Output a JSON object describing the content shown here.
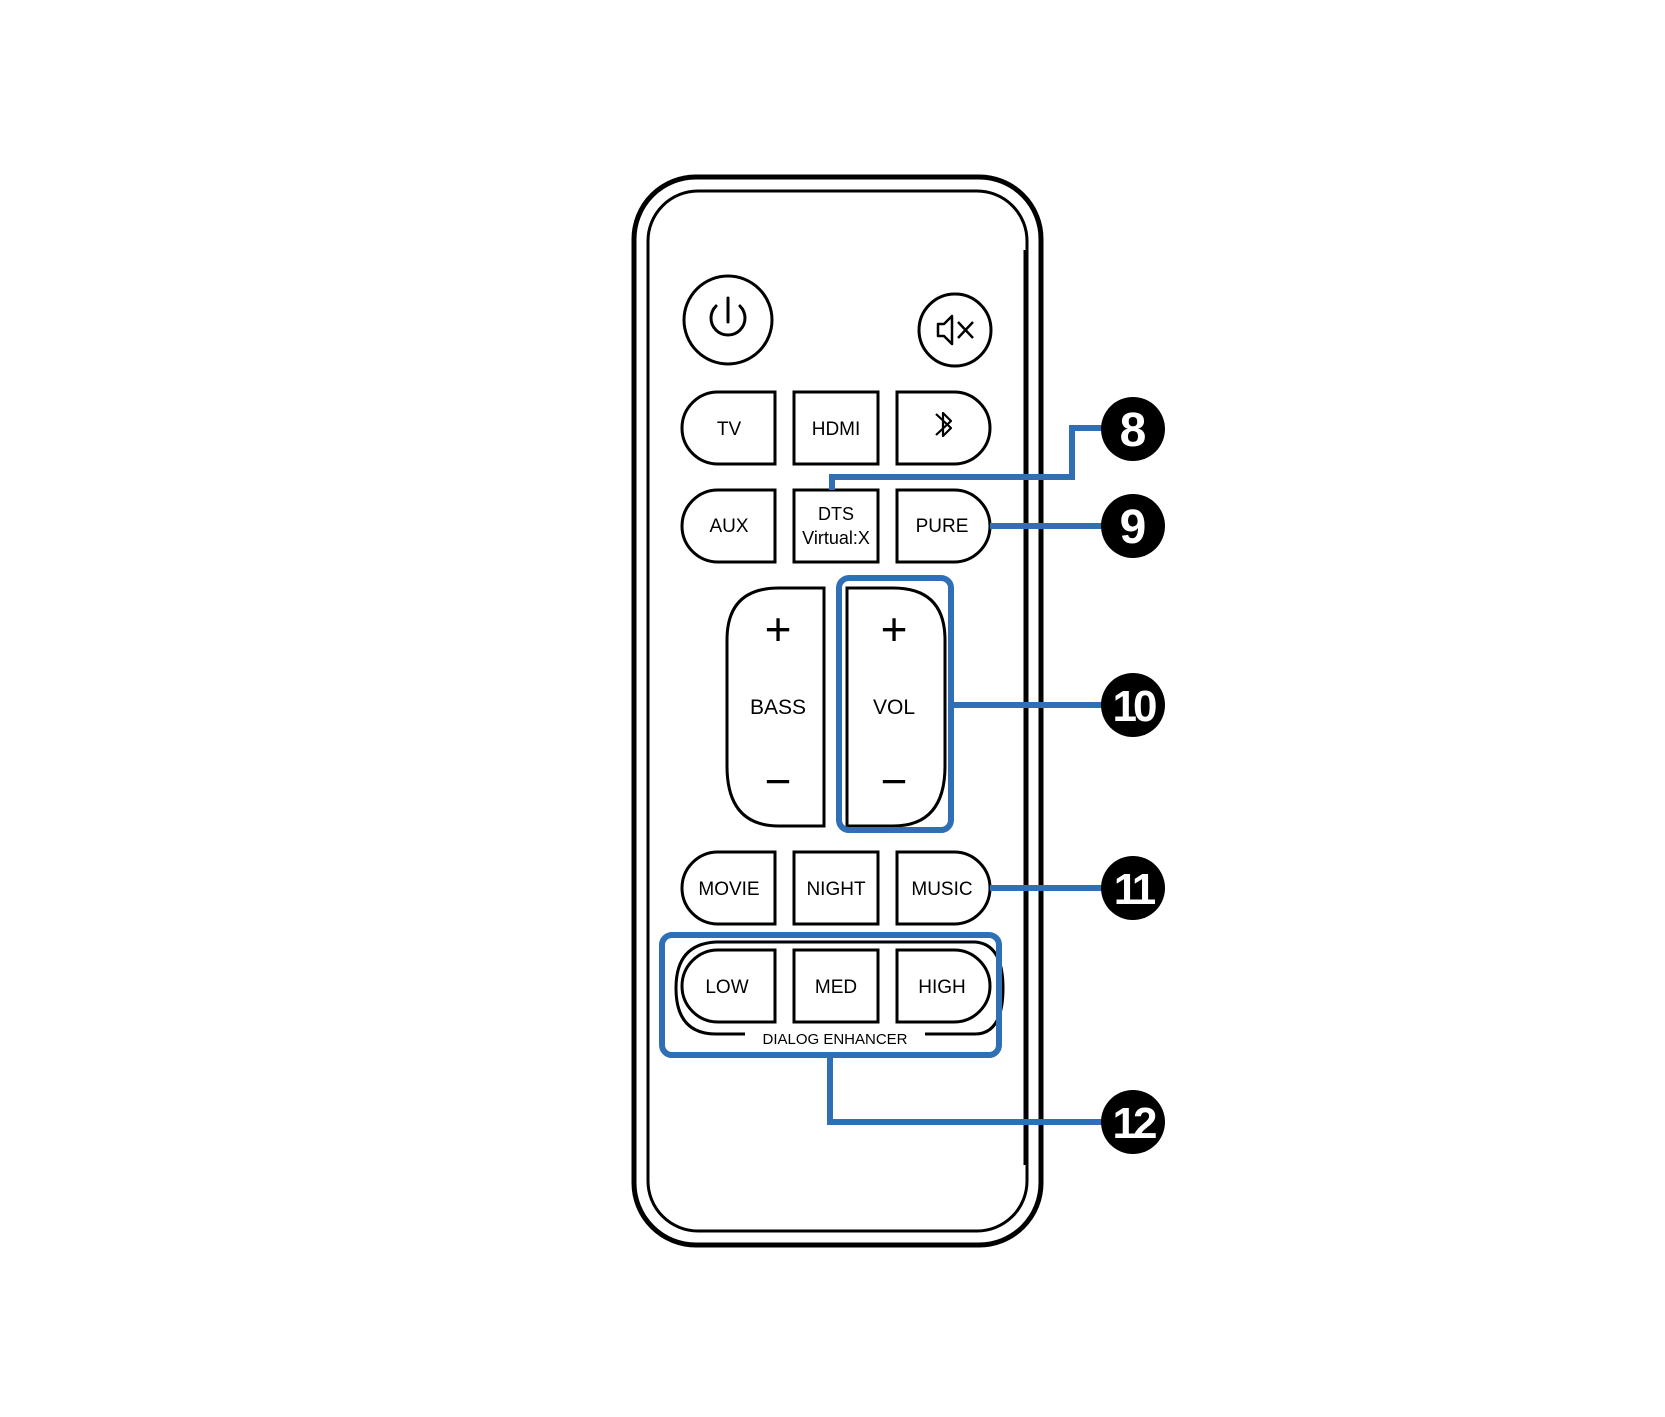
{
  "remote": {
    "buttons": {
      "power_icon": "power-icon",
      "mute_icon": "mute-icon",
      "tv": "TV",
      "hdmi": "HDMI",
      "bluetooth_icon": "bluetooth-icon",
      "aux": "AUX",
      "dts_line1": "DTS",
      "dts_line2": "Virtual:X",
      "pure": "PURE",
      "bass_plus": "+",
      "bass_label": "BASS",
      "bass_minus": "−",
      "vol_plus": "+",
      "vol_label": "VOL",
      "vol_minus": "−",
      "movie": "MOVIE",
      "night": "NIGHT",
      "music": "MUSIC",
      "low": "LOW",
      "med": "MED",
      "high": "HIGH"
    },
    "group_label": "DIALOG ENHANCER"
  },
  "callouts": {
    "c8": "8",
    "c9": "9",
    "c10": "10",
    "c11": "11",
    "c12": "12"
  },
  "colors": {
    "callout_line": "#2f6fb5",
    "callout_badge": "#000000",
    "outline": "#000000"
  }
}
